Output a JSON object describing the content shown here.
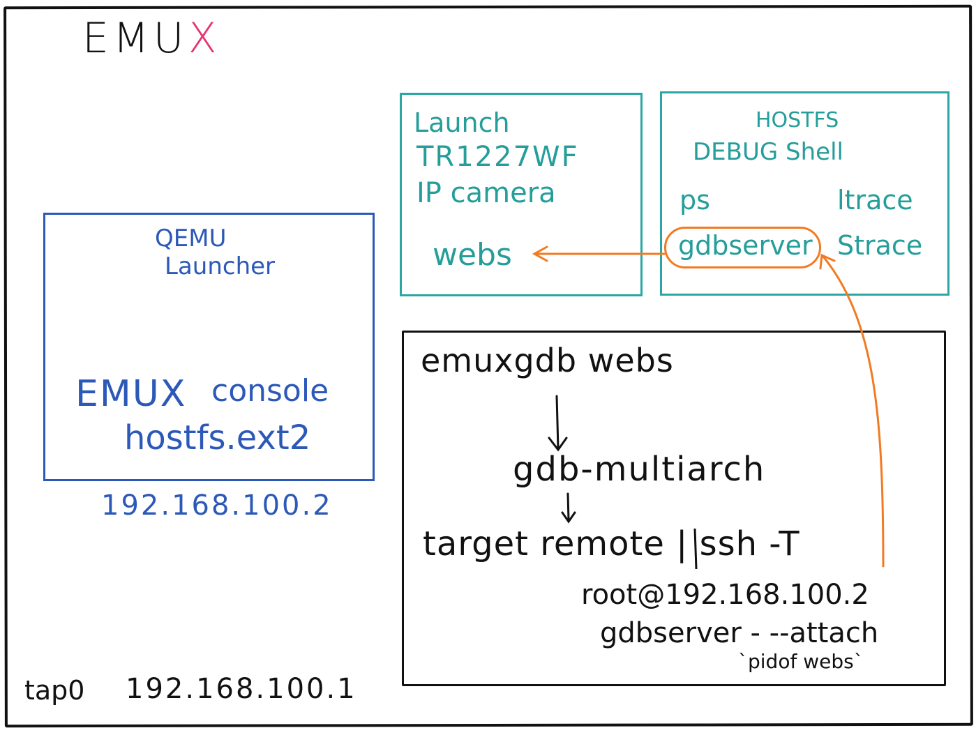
{
  "title": {
    "main": "EMU",
    "accent": "X"
  },
  "qemu": {
    "heading_line1": "QEMU",
    "heading_line2": "Launcher",
    "console_line1": "EMUX",
    "console_line2": "console",
    "console_line3": "hostfs.ext2",
    "ip": "192.168.100.2"
  },
  "launch": {
    "line1": "Launch",
    "line2": "TR1227WF",
    "line3": "IP camera",
    "process": "webs"
  },
  "debug_shell": {
    "line1": "HOSTFS",
    "line2": "DEBUG Shell",
    "tools": {
      "ps": "ps",
      "ltrace": "ltrace",
      "gdbserver": "gdbserver",
      "strace": "Strace"
    }
  },
  "gdb_flow": {
    "cmd": "emuxgdb webs",
    "step2": "gdb-multiarch",
    "step3": "target remote | ssh -T",
    "step4": "root@192.168.100.2",
    "step5": "gdbserver - --attach",
    "step6": "`pidof webs`"
  },
  "tap": {
    "label": "tap0",
    "ip": "192.168.100.1"
  },
  "colors": {
    "black": "#111111",
    "blue": "#2c59b8",
    "teal": "#259e9a",
    "orange": "#f27a22",
    "accent": "#e8336f"
  }
}
